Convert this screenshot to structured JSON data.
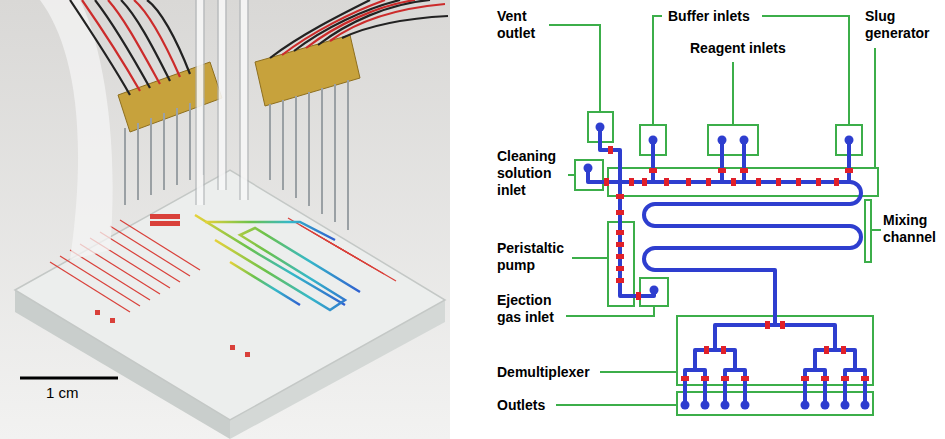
{
  "diagram": {
    "labels": [
      "1 cm",
      "Vent outlet",
      "Buffer inlets",
      "Reagent inlets",
      "Slug generator",
      "Cleaning solution inlet",
      "Mixing channel",
      "Peristaltic pump",
      "Ejection gas inlet",
      "Demultiplexer",
      "Outlets"
    ]
  }
}
